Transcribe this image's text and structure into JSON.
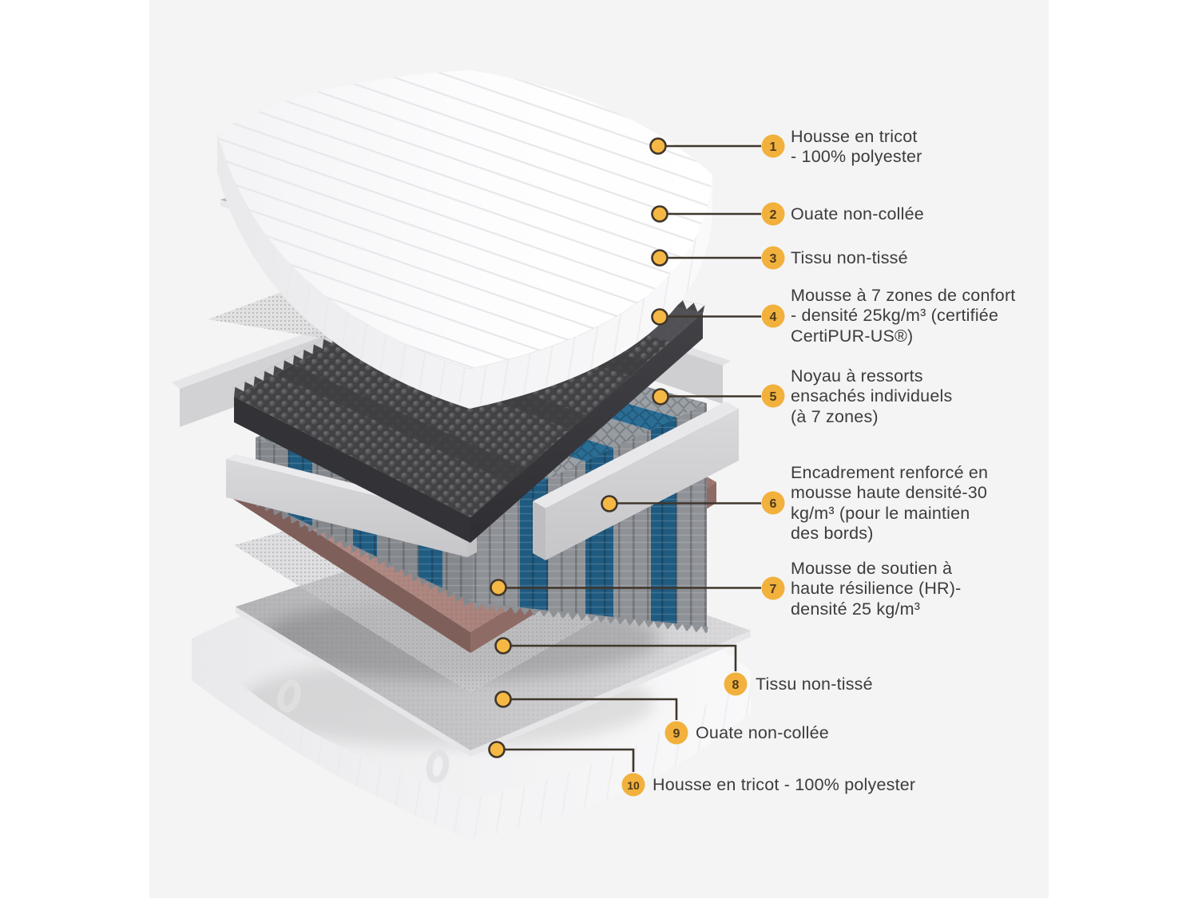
{
  "diagram_title": "Exploded mattress layers diagram",
  "colors": {
    "panel": "#F4F4F5",
    "outer": "#FFFFFF",
    "badge": "#F1B13C",
    "badge_text": "#4E3A1C",
    "dot": "#F6B845",
    "line": "#40362B",
    "text": "#3C3C3E",
    "spring_blue": "#2A6E96",
    "foam_dark": "#47474B",
    "support_pink": "#A77F78"
  },
  "labels": [
    {
      "num": "1",
      "lines": [
        "Housse en tricot",
        "- 100% polyester"
      ]
    },
    {
      "num": "2",
      "lines": [
        "Ouate non-collée"
      ]
    },
    {
      "num": "3",
      "lines": [
        "Tissu non-tissé"
      ]
    },
    {
      "num": "4",
      "lines": [
        "Mousse à 7 zones de confort",
        "- densité 25kg/m³ (certifiée",
        "CertiPUR-US®)"
      ]
    },
    {
      "num": "5",
      "lines": [
        "Noyau à ressorts",
        "ensachés individuels",
        "(à 7 zones)"
      ]
    },
    {
      "num": "6",
      "lines": [
        "Encadrement renforcé en",
        "mousse haute densité-30",
        "kg/m³ (pour le maintien",
        "des bords)"
      ]
    },
    {
      "num": "7",
      "lines": [
        "Mousse de soutien à",
        "haute résilience (HR)-",
        "densité 25 kg/m³"
      ]
    },
    {
      "num": "8",
      "lines": [
        "Tissu non-tissé"
      ]
    },
    {
      "num": "9",
      "lines": [
        "Ouate non-collée"
      ]
    },
    {
      "num": "10",
      "lines": [
        "Housse en tricot - 100% polyester"
      ]
    }
  ]
}
